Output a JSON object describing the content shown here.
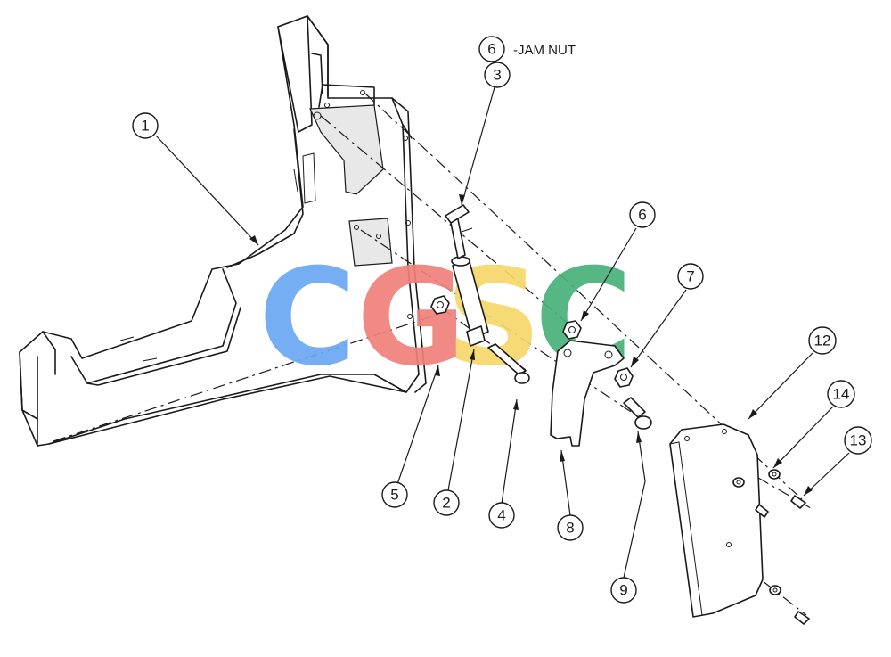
{
  "diagram": {
    "note_label": "6",
    "note_text": "-JAM NUT",
    "watermark": [
      "C",
      "G",
      "S",
      "C"
    ],
    "watermark_colors": [
      "#6aa8f2",
      "#f0807a",
      "#f6d76a",
      "#48b07a"
    ],
    "callouts": [
      {
        "id": "callout-1",
        "label": "1"
      },
      {
        "id": "callout-2",
        "label": "2"
      },
      {
        "id": "callout-3",
        "label": "3"
      },
      {
        "id": "callout-4",
        "label": "4"
      },
      {
        "id": "callout-5",
        "label": "5"
      },
      {
        "id": "callout-6",
        "label": "6"
      },
      {
        "id": "callout-7",
        "label": "7"
      },
      {
        "id": "callout-8",
        "label": "8"
      },
      {
        "id": "callout-9",
        "label": "9"
      },
      {
        "id": "callout-12",
        "label": "12"
      },
      {
        "id": "callout-13",
        "label": "13"
      },
      {
        "id": "callout-14",
        "label": "14"
      }
    ]
  }
}
